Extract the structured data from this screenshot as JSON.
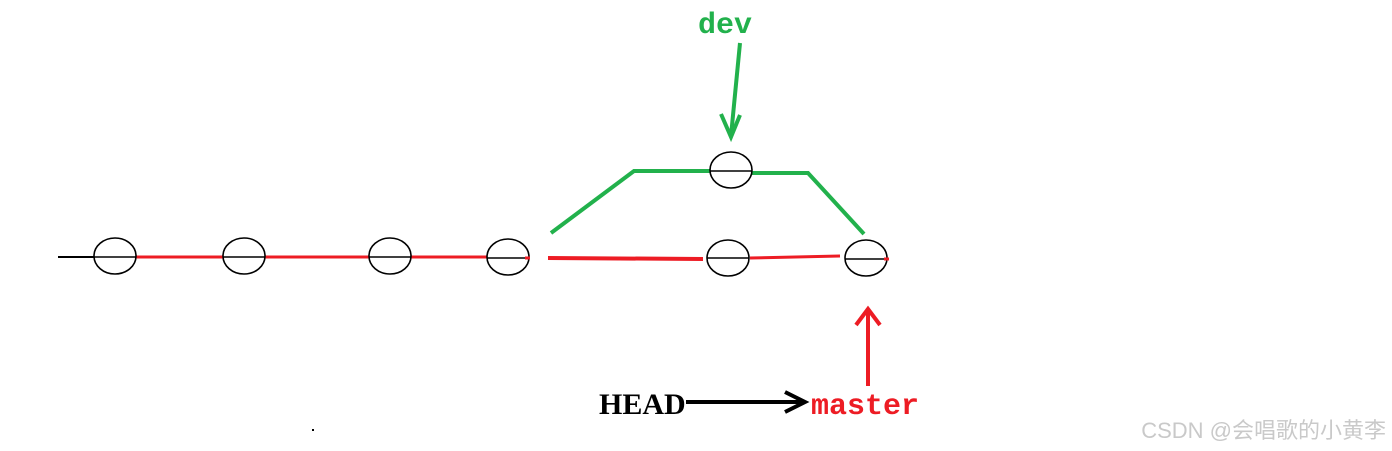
{
  "labels": {
    "dev": "dev",
    "head": "HEAD",
    "master": "master"
  },
  "watermark": "CSDN @会唱歌的小黄李",
  "colors": {
    "master_branch": "#ed1c24",
    "dev_branch": "#22b14c",
    "head_pointer": "#000000",
    "commit_outline": "#000000",
    "watermark": "#c9c9c9"
  },
  "branches": {
    "master_commits": 6,
    "dev_commits": 1
  }
}
